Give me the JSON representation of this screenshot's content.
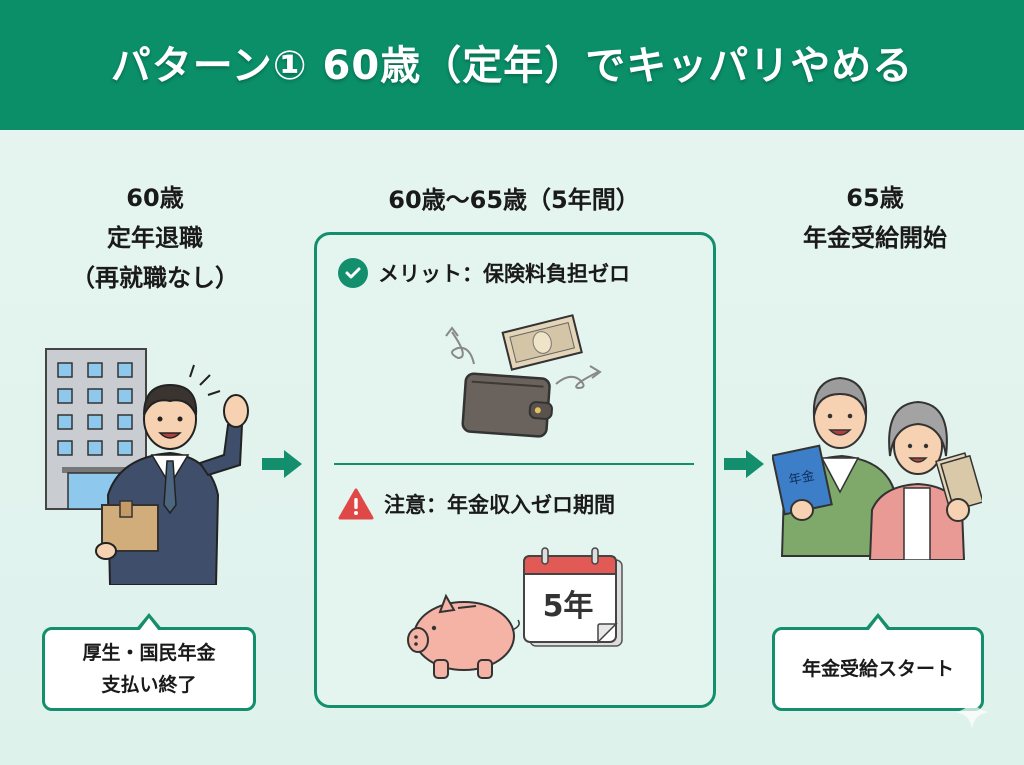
{
  "header": {
    "title": "パターン① 60歳（定年）でキッパリやめる",
    "background_color": "#0a8f69"
  },
  "columns": {
    "left": {
      "age": "60歳",
      "event": "定年退職",
      "note": "（再就職なし）",
      "illustration": "businessman-leaving-office",
      "bubble": {
        "line1": "厚生・国民年金",
        "line2": "支払い終了"
      }
    },
    "middle": {
      "title": "60歳〜65歳（5年間）",
      "merit": {
        "icon": "check-circle-icon",
        "label": "メリット：保険料負担ゼロ",
        "illustration": "wallet-with-money-flying"
      },
      "caution": {
        "icon": "warning-triangle-icon",
        "label": "注意：年金収入ゼロ期間",
        "illustration": "piggy-bank-and-calendar",
        "calendar_text": "5年"
      }
    },
    "right": {
      "age": "65歳",
      "event": "年金受給開始",
      "illustration": "elderly-couple-with-pension",
      "pension_book_label": "年金",
      "bubble": {
        "line1": "年金受給スタート"
      }
    }
  },
  "colors": {
    "accent": "#148f6d",
    "warning": "#e04848",
    "background": "#e4f5f0"
  }
}
